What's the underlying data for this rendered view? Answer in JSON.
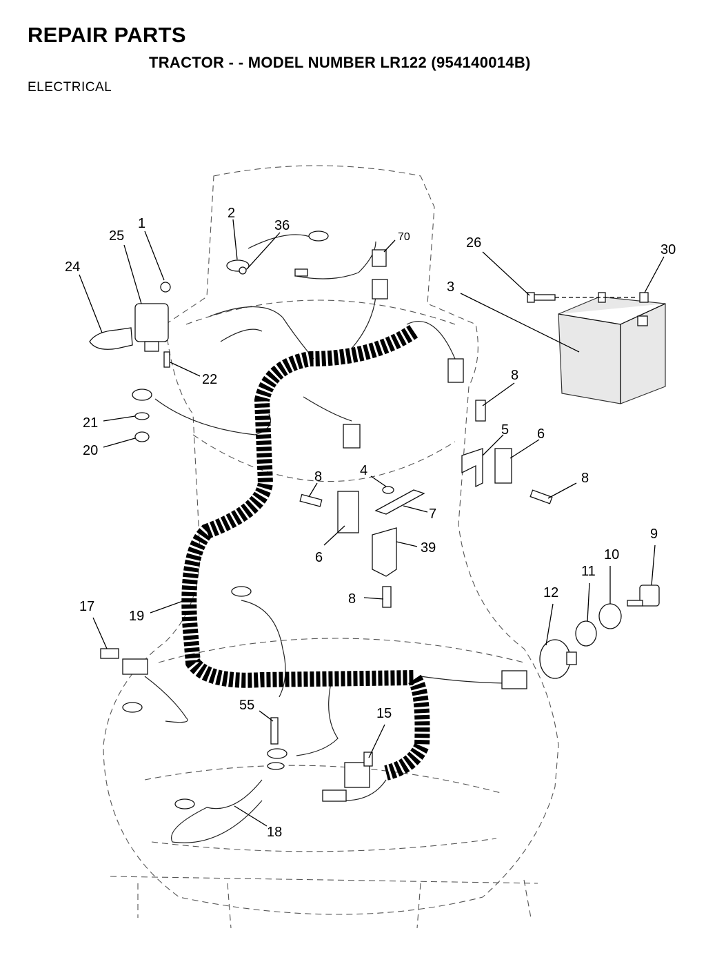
{
  "header": {
    "title": "REPAIR PARTS",
    "subtitle": "TRACTOR - - MODEL NUMBER LR122 (954140014B)",
    "section": "ELECTRICAL"
  },
  "callouts": {
    "c1": "1",
    "c2": "2",
    "c36": "36",
    "c70": "70",
    "c25": "25",
    "c24": "24",
    "c26": "26",
    "c30": "30",
    "c3": "3",
    "c22": "22",
    "c8a": "8",
    "c21": "21",
    "c20": "20",
    "c5": "5",
    "c6a": "6",
    "c8b": "8",
    "c4": "4",
    "c8c": "8",
    "c7": "7",
    "c6b": "6",
    "c39": "39",
    "c9": "9",
    "c10": "10",
    "c11": "11",
    "c12": "12",
    "c8d": "8",
    "c17": "17",
    "c19": "19",
    "c55": "55",
    "c15": "15",
    "c18": "18"
  }
}
